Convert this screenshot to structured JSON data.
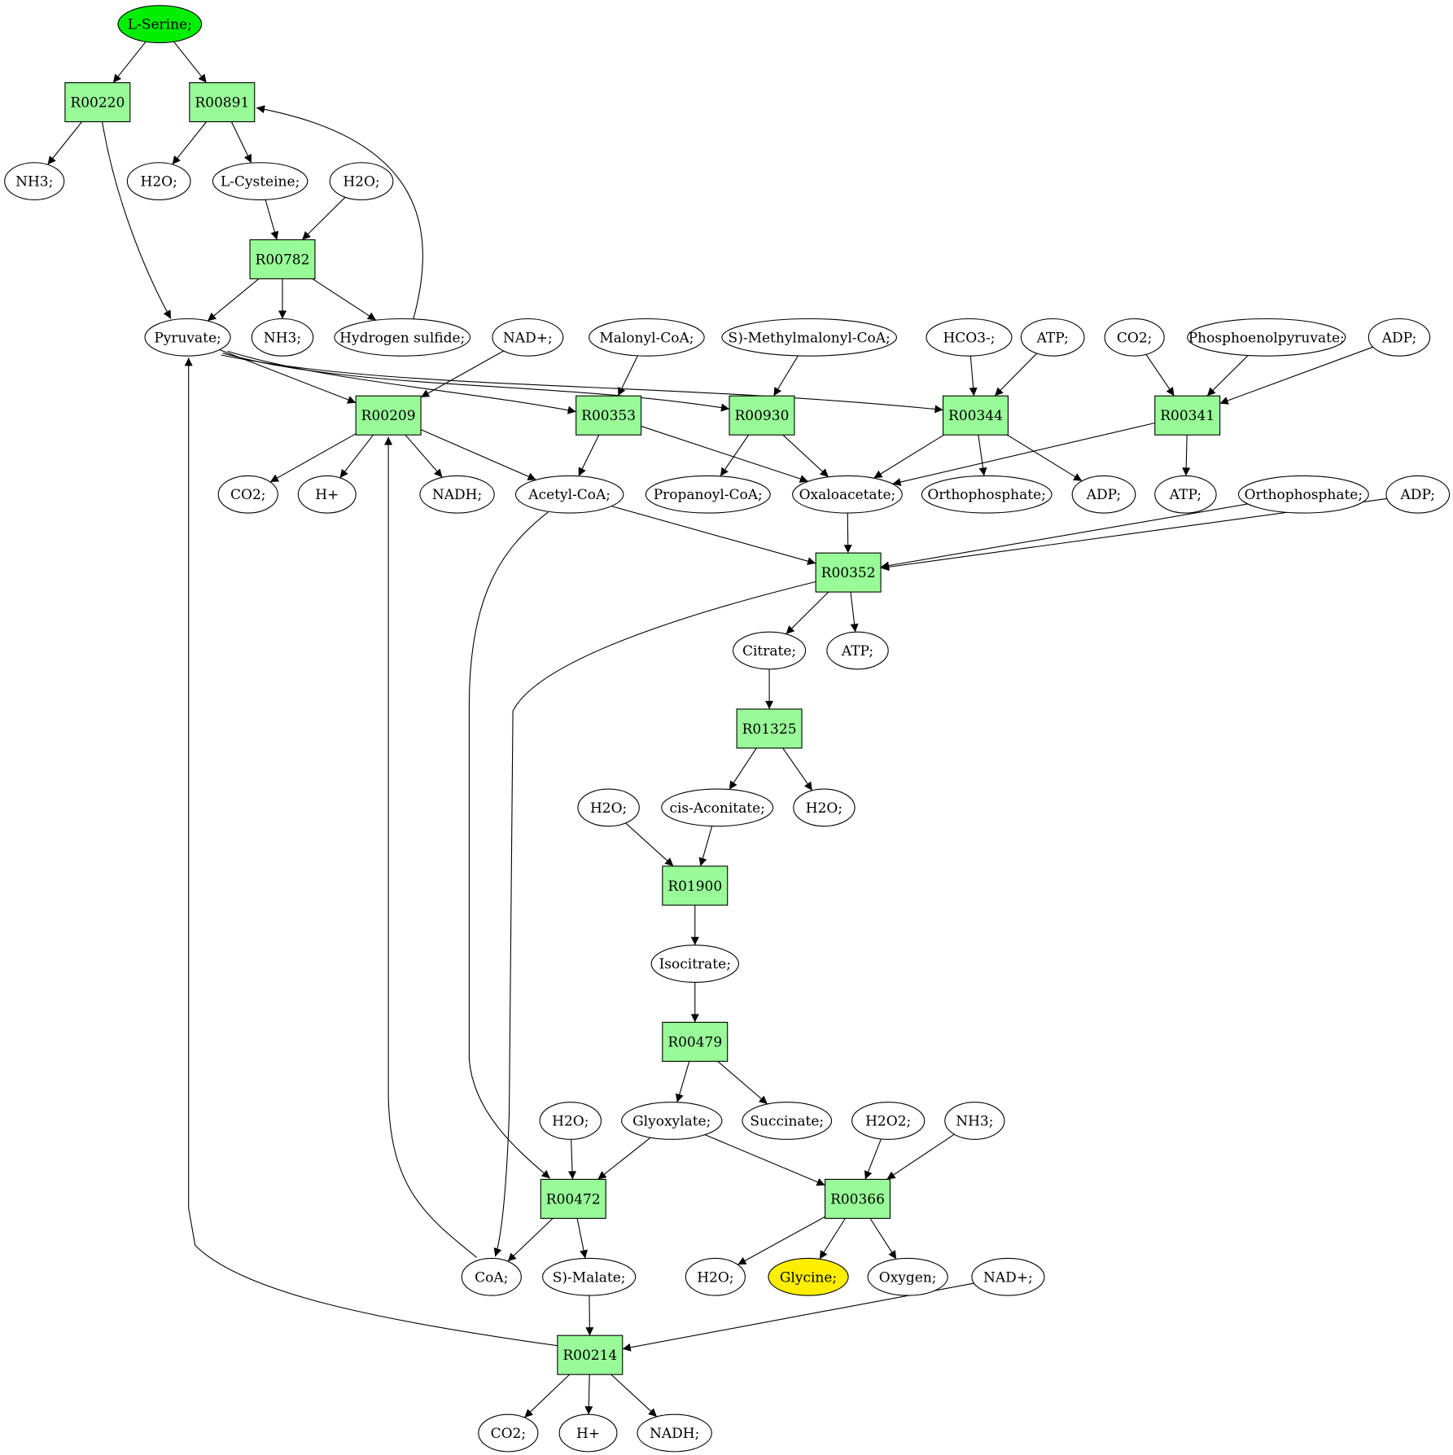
{
  "colors": {
    "reaction_fill": "#98fb98",
    "start_fill": "#00ee00",
    "goal_fill": "#ffee00",
    "compound_fill": "#ffffff"
  },
  "compounds": {
    "c_serine": "L-Serine;",
    "c_nh3_a": "NH3;",
    "c_h2o_a": "H2O;",
    "c_cysteine": "L-Cysteine;",
    "c_h2o_b": "H2O;",
    "c_pyruvate": "Pyruvate;",
    "c_nh3_b": "NH3;",
    "c_h2s": "Hydrogen sulfide;",
    "c_nadp_a": "NAD+;",
    "c_malonylcoa": "Malonyl-CoA;",
    "c_methylmalonylcoa": "S)-Methylmalonyl-CoA;",
    "c_hco3": "HCO3-;",
    "c_atp_a": "ATP;",
    "c_co2_a": "CO2;",
    "c_pep": "Phosphoenolpyruvate;",
    "c_adp_a": "ADP;",
    "c_co2_b": "CO2;",
    "c_hplus_a": "H+",
    "c_nadh_a": "NADH;",
    "c_acetylcoa": "Acetyl-CoA;",
    "c_propanoylcoa": "Propanoyl-CoA;",
    "c_oxaloacetate": "Oxaloacetate;",
    "c_ortho_a": "Orthophosphate;",
    "c_adp_b": "ADP;",
    "c_atp_b": "ATP;",
    "c_ortho_b": "Orthophosphate;",
    "c_adp_c": "ADP;",
    "c_citrate": "Citrate;",
    "c_atp_c": "ATP;",
    "c_h2o_c": "H2O;",
    "c_cisaconitate": "cis-Aconitate;",
    "c_h2o_d": "H2O;",
    "c_isocitrate": "Isocitrate;",
    "c_h2o_e": "H2O;",
    "c_glyoxylate": "Glyoxylate;",
    "c_succinate": "Succinate;",
    "c_h2o2": "H2O2;",
    "c_nh3_c": "NH3;",
    "c_coa": "CoA;",
    "c_smalate": "S)-Malate;",
    "c_h2o_f": "H2O;",
    "c_glycine": "Glycine;",
    "c_oxygen": "Oxygen;",
    "c_nadp_b": "NAD+;",
    "c_co2_c": "CO2;",
    "c_hplus_b": "H+",
    "c_nadh_b": "NADH;"
  },
  "reactions": {
    "r00220": "R00220",
    "r00891": "R00891",
    "r00782": "R00782",
    "r00209": "R00209",
    "r00353": "R00353",
    "r00930": "R00930",
    "r00344": "R00344",
    "r00341": "R00341",
    "r00352": "R00352",
    "r01325": "R01325",
    "r01900": "R01900",
    "r00479": "R00479",
    "r00472": "R00472",
    "r00366": "R00366",
    "r00214": "R00214"
  }
}
